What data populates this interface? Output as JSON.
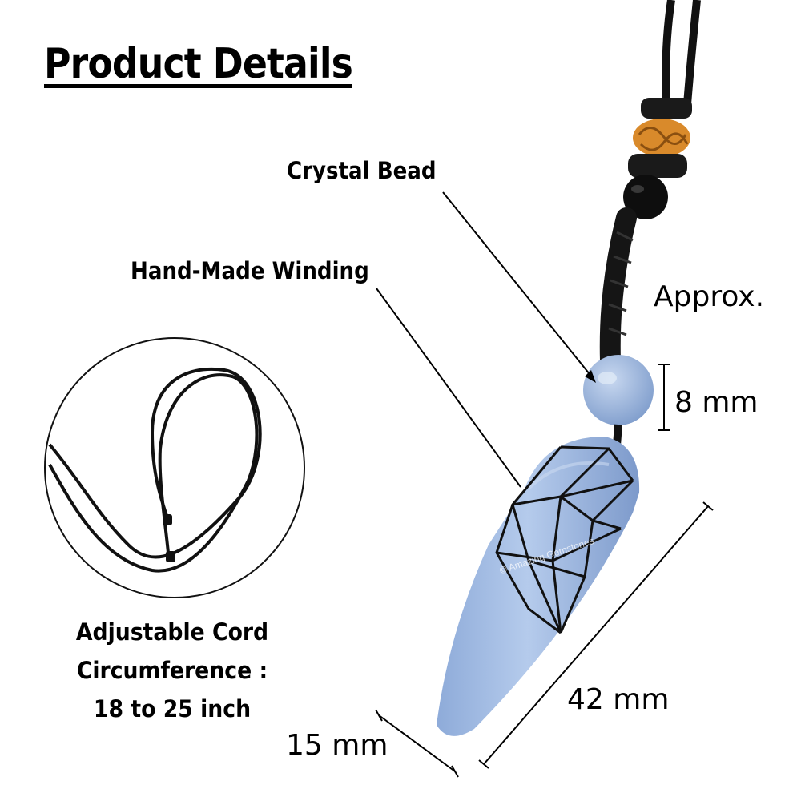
{
  "header": {
    "title": "Product Details"
  },
  "callouts": {
    "bead_label": "Crystal Bead",
    "winding_label": "Hand-Made Winding"
  },
  "measurements": {
    "approx_label": "Approx.",
    "bead_size": "8 mm",
    "length": "42 mm",
    "width": "15 mm"
  },
  "cord": {
    "line1": "Adjustable Cord",
    "line2": "Circumference :",
    "line3": "18 to 25 inch"
  },
  "watermark": "© Amazing Gemstones",
  "colors": {
    "stone": "#a4bde3",
    "stone_shadow": "#7f9fcf",
    "cord": "#111111",
    "knot": "#d98a2b"
  }
}
